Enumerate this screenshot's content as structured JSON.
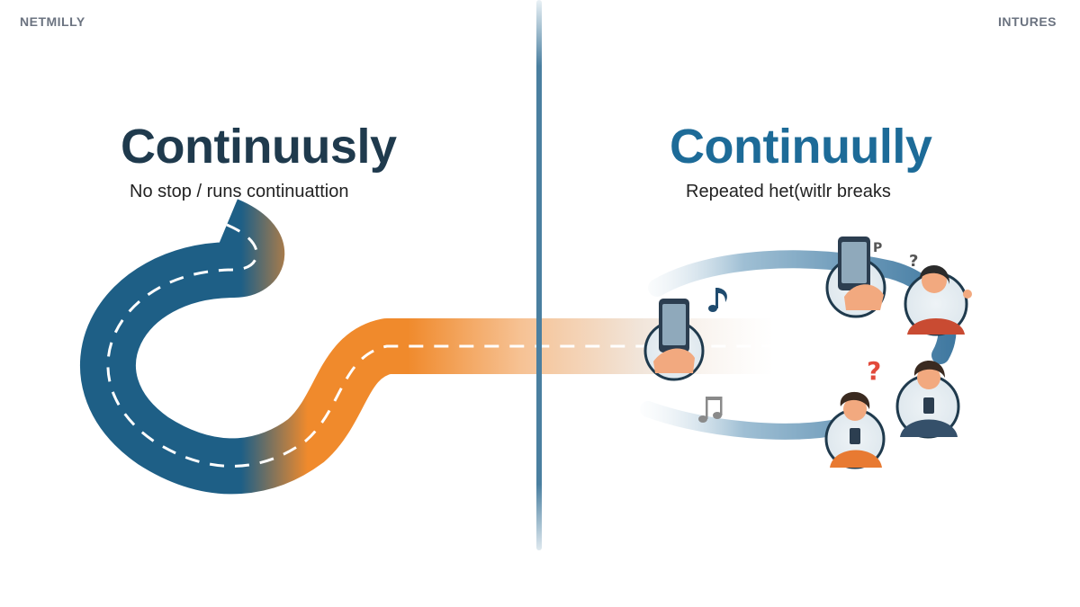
{
  "header": {
    "left_brand": "NETMILLY",
    "right_brand": "INTURES"
  },
  "left_panel": {
    "title": "Continuusly",
    "subtitle": "No stop / runs continuattion"
  },
  "right_panel": {
    "title": "Continuully",
    "subtitle": "Repeated het(witlr breaks"
  },
  "colors": {
    "road_blue": "#1e5f86",
    "road_orange": "#f08a2c",
    "loop_blue": "#4b82a6",
    "question_red": "#e24a3b"
  },
  "icons": {
    "road": "winding-road",
    "loop": "interrupted-loop",
    "phone": "smartphone-icon",
    "note": "music-note-icon",
    "question": "question-mark-icon"
  }
}
